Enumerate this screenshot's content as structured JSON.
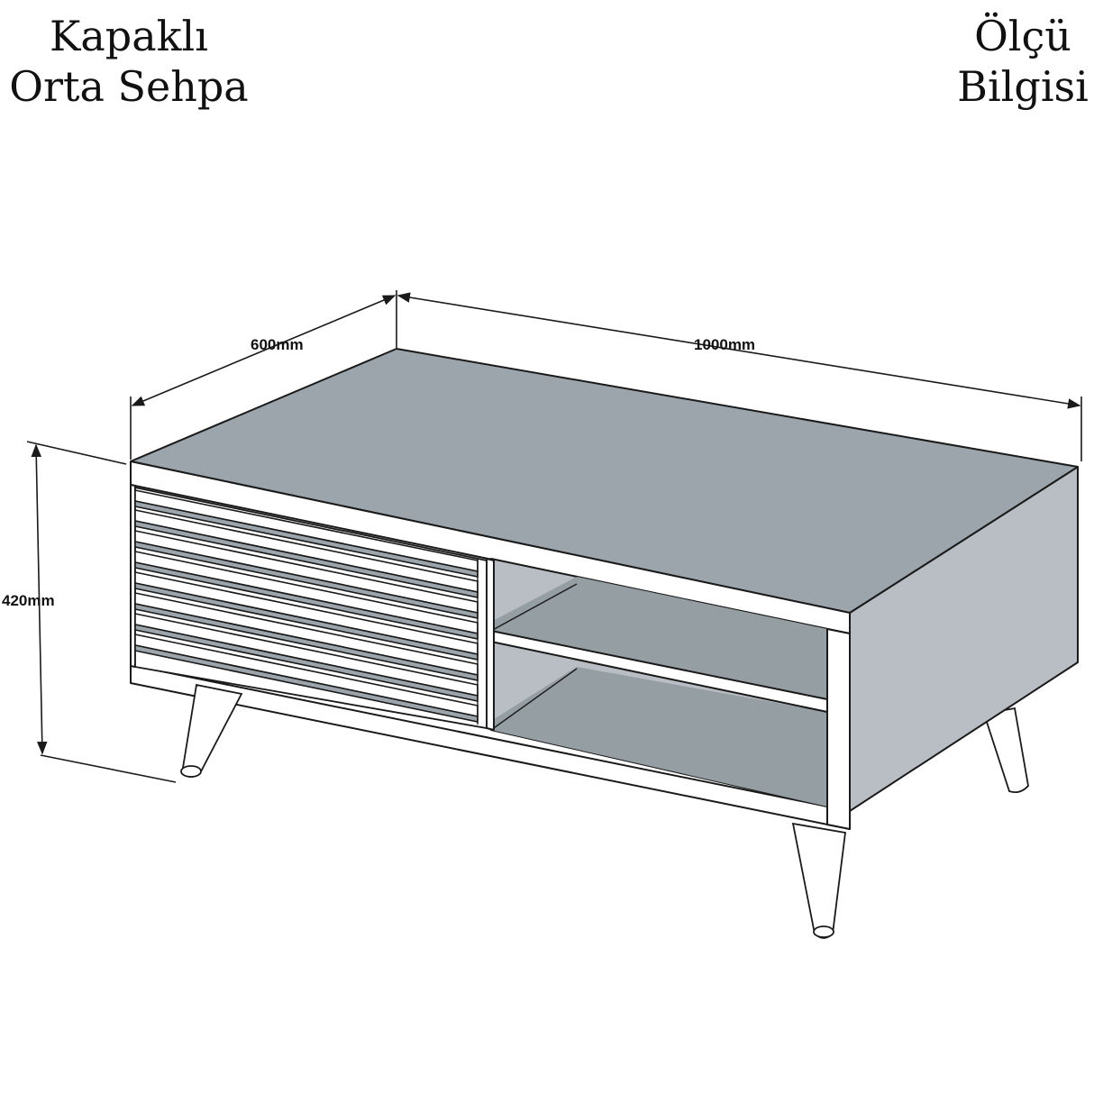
{
  "title_left": {
    "line1": "Kapaklı",
    "line2": "Orta Sehpa"
  },
  "title_right": {
    "line1": "Ölçü",
    "line2": "Bilgisi"
  },
  "dimensions": {
    "depth": "600mm",
    "width": "1000mm",
    "height": "420mm"
  },
  "colors": {
    "top_surface": "#9ba5ab",
    "side_panel": "#b8bec3",
    "shelf_inner": "#959ea3",
    "outline": "#1a1a1a",
    "background": "#ffffff"
  }
}
